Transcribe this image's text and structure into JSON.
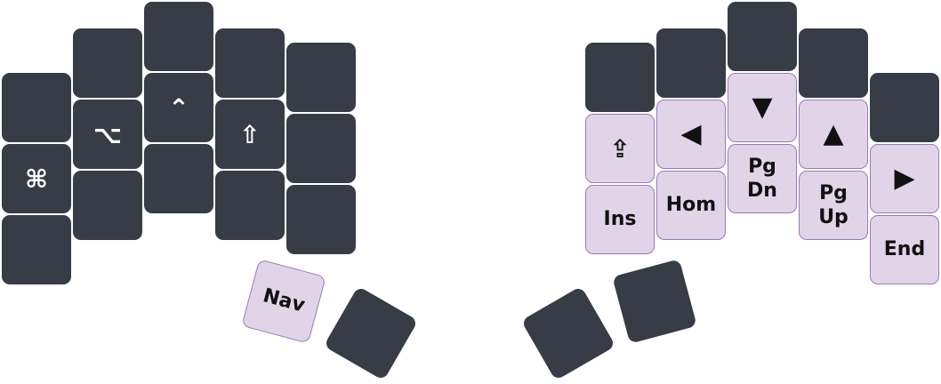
{
  "keyboard": {
    "colors": {
      "base_key": "#373c46",
      "nav_key": "#e2d4e8",
      "nav_key_border": "#9a79b4",
      "base_text": "#ffffff",
      "nav_text": "#111111"
    },
    "left_hand": {
      "col0": [
        "",
        "⌘",
        ""
      ],
      "col1": [
        "",
        "⌥",
        ""
      ],
      "col2": [
        "",
        "⌃",
        ""
      ],
      "col3": [
        "",
        "⇧",
        ""
      ],
      "col4": [
        "",
        "",
        ""
      ]
    },
    "left_thumbs": [
      "Nav",
      ""
    ],
    "right_hand": {
      "col0": [
        "",
        "⇪",
        "Ins"
      ],
      "col1": [
        "",
        "◀",
        "Hom"
      ],
      "col2": [
        "",
        "▼",
        "Pg\nDn"
      ],
      "col3": [
        "",
        "▲",
        "Pg\nUp"
      ],
      "col4": [
        "",
        "▶",
        "End"
      ]
    },
    "right_thumbs": [
      "",
      ""
    ]
  }
}
